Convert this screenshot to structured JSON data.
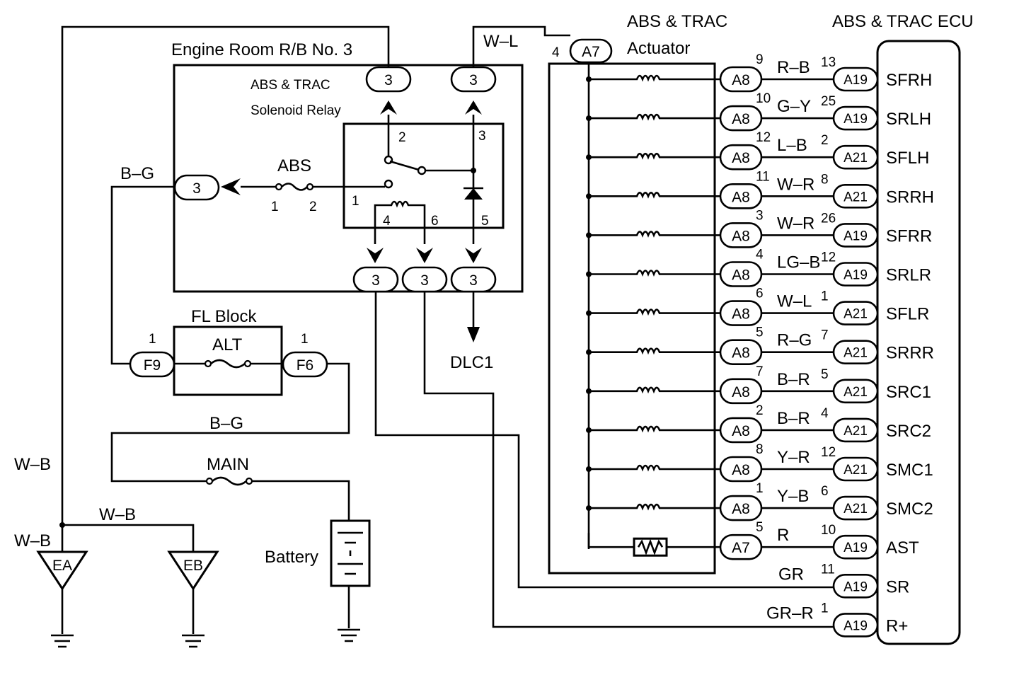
{
  "labels": {
    "engine_room": "Engine Room R/B No. 3",
    "relay_line1": "ABS & TRAC",
    "relay_line2": "Solenoid Relay",
    "abs_fuse": "ABS",
    "fl_block": "FL Block",
    "alt": "ALT",
    "main": "MAIN",
    "battery": "Battery",
    "dlc1": "DLC1",
    "actuator_line1": "ABS & TRAC",
    "actuator_line2": "Actuator",
    "ecu": "ABS & TRAC ECU",
    "ea": "EA",
    "eb": "EB"
  },
  "wires": {
    "w_l_top": "W–L",
    "b_g_left": "B–G",
    "b_g_mid": "B–G",
    "w_b_left": "W–B",
    "w_b_bottom": "W–B",
    "w_b_ground": "W–B"
  },
  "relay_box": {
    "top_connectors": [
      "3",
      "3"
    ],
    "bottom_connectors": [
      "3",
      "3",
      "3"
    ],
    "left_connector": "3",
    "pins": {
      "p2": "2",
      "p3": "3",
      "p1": "1",
      "p4": "4",
      "p6": "6",
      "p5": "5",
      "fuse_in": "1",
      "fuse_out": "2"
    }
  },
  "fl_block_conn": {
    "f9": "F9",
    "f9_pin": "1",
    "f6": "F6",
    "f6_pin": "1"
  },
  "actuator_conn": {
    "a7_top": "A7",
    "a7_top_pin": "4"
  },
  "ecu_rows": [
    {
      "act": "A8",
      "act_pin": "9",
      "wire": "R–B",
      "ecu_pin": "13",
      "ecu_conn": "A19",
      "terminal": "SFRH"
    },
    {
      "act": "A8",
      "act_pin": "10",
      "wire": "G–Y",
      "ecu_pin": "25",
      "ecu_conn": "A19",
      "terminal": "SRLH"
    },
    {
      "act": "A8",
      "act_pin": "12",
      "wire": "L–B",
      "ecu_pin": "2",
      "ecu_conn": "A21",
      "terminal": "SFLH"
    },
    {
      "act": "A8",
      "act_pin": "11",
      "wire": "W–R",
      "ecu_pin": "8",
      "ecu_conn": "A21",
      "terminal": "SRRH"
    },
    {
      "act": "A8",
      "act_pin": "3",
      "wire": "W–R",
      "ecu_pin": "26",
      "ecu_conn": "A19",
      "terminal": "SFRR"
    },
    {
      "act": "A8",
      "act_pin": "4",
      "wire": "LG–B",
      "ecu_pin": "12",
      "ecu_conn": "A19",
      "terminal": "SRLR"
    },
    {
      "act": "A8",
      "act_pin": "6",
      "wire": "W–L",
      "ecu_pin": "1",
      "ecu_conn": "A21",
      "terminal": "SFLR"
    },
    {
      "act": "A8",
      "act_pin": "5",
      "wire": "R–G",
      "ecu_pin": "7",
      "ecu_conn": "A21",
      "terminal": "SRRR"
    },
    {
      "act": "A8",
      "act_pin": "7",
      "wire": "B–R",
      "ecu_pin": "5",
      "ecu_conn": "A21",
      "terminal": "SRC1"
    },
    {
      "act": "A8",
      "act_pin": "2",
      "wire": "B–R",
      "ecu_pin": "4",
      "ecu_conn": "A21",
      "terminal": "SRC2"
    },
    {
      "act": "A8",
      "act_pin": "8",
      "wire": "Y–R",
      "ecu_pin": "12",
      "ecu_conn": "A21",
      "terminal": "SMC1"
    },
    {
      "act": "A8",
      "act_pin": "1",
      "wire": "Y–B",
      "ecu_pin": "6",
      "ecu_conn": "A21",
      "terminal": "SMC2"
    },
    {
      "act": "A7",
      "act_pin": "5",
      "wire": "R",
      "ecu_pin": "10",
      "ecu_conn": "A19",
      "terminal": "AST"
    },
    {
      "act": "",
      "act_pin": "",
      "wire": "GR",
      "ecu_pin": "11",
      "ecu_conn": "A19",
      "terminal": "SR"
    },
    {
      "act": "",
      "act_pin": "",
      "wire": "GR–R",
      "ecu_pin": "1",
      "ecu_conn": "A19",
      "terminal": "R+"
    }
  ]
}
